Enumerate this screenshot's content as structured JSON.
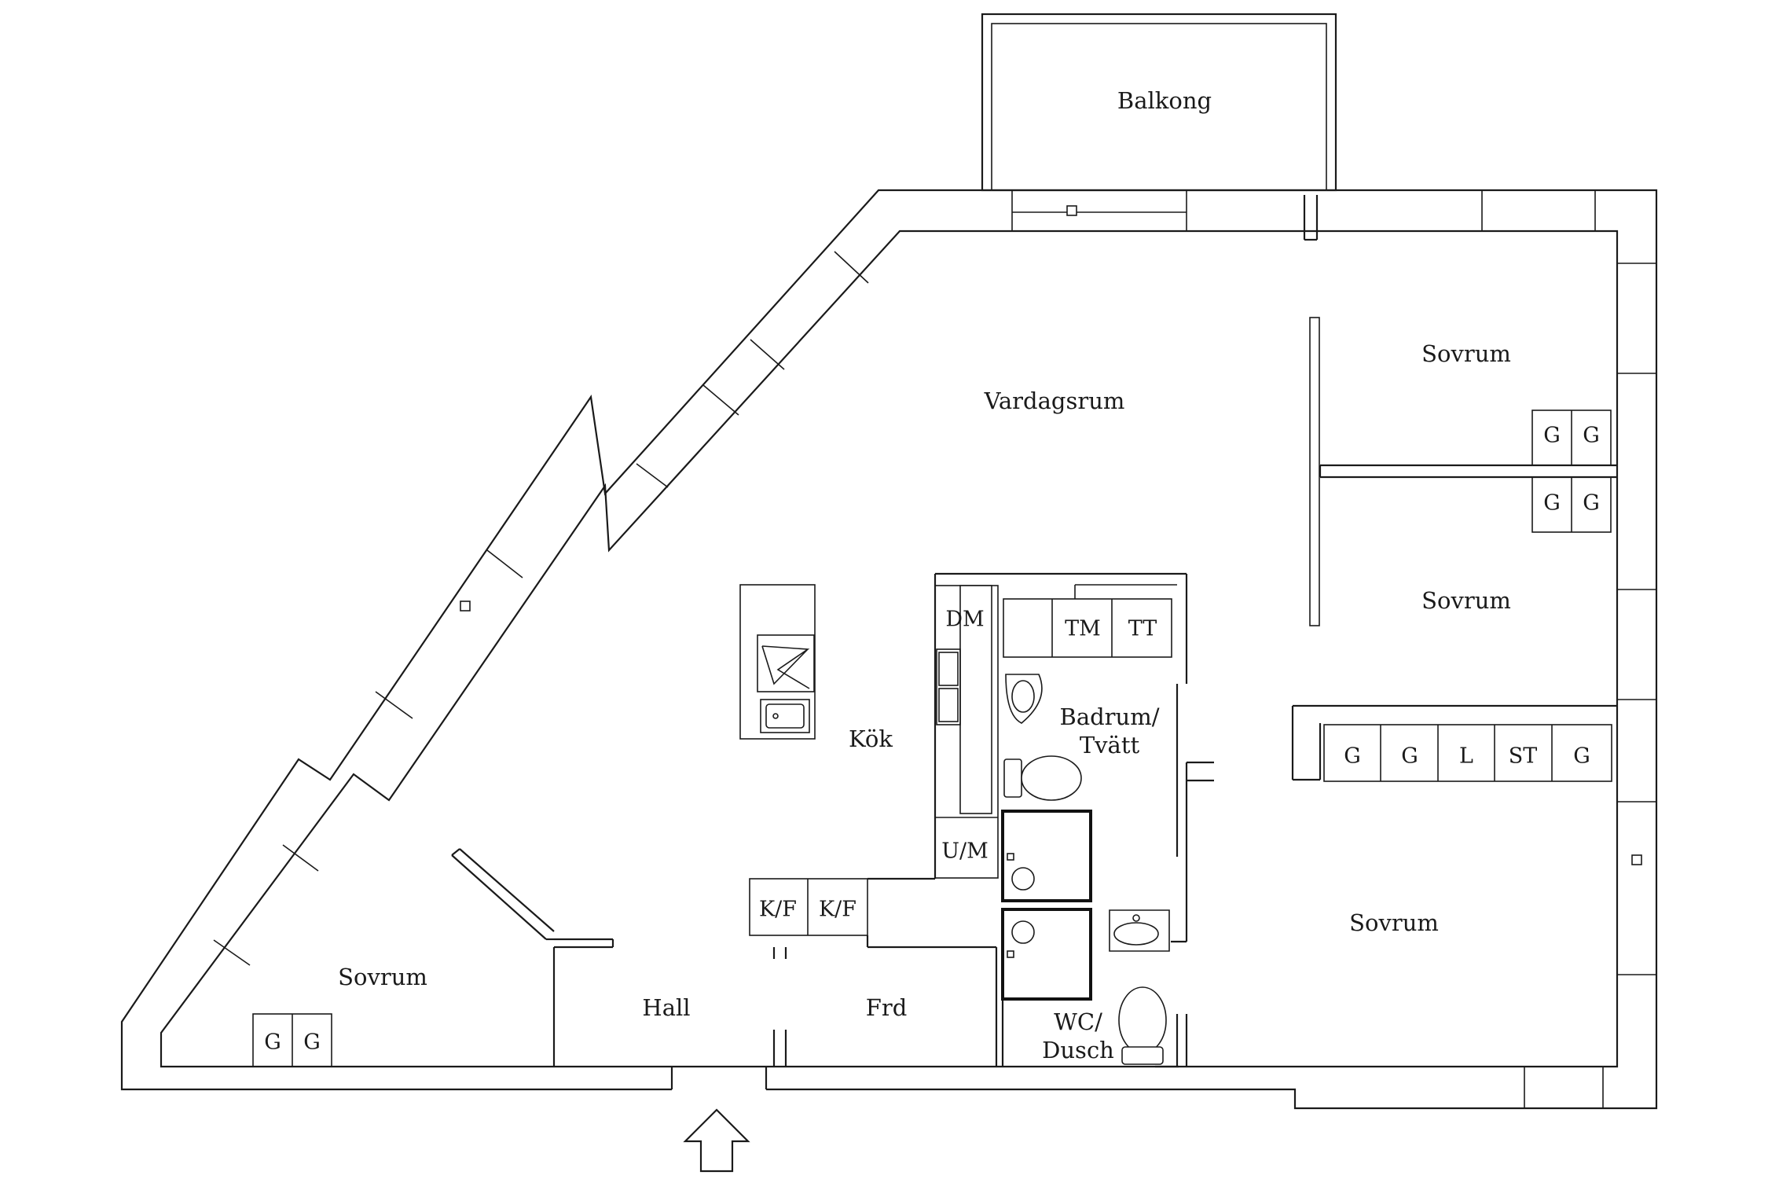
{
  "rooms": {
    "balcony": "Balkong",
    "living": "Vardagsrum",
    "kitchen": "Kök",
    "bedroom_ne": "Sovrum",
    "bedroom_e": "Sovrum",
    "bedroom_se": "Sovrum",
    "bedroom_sw": "Sovrum",
    "bathroom_line1": "Badrum/",
    "bathroom_line2": "Tvätt",
    "hall": "Hall",
    "storage": "Frd",
    "wc_line1": "WC/",
    "wc_line2": "Dusch"
  },
  "fixtures": {
    "dishwasher": "DM",
    "oven_micro": "U/M",
    "fridge_freezer": [
      "K/F",
      "K/F"
    ],
    "washer": "TM",
    "dryer": "TT",
    "wardrobes_ne": [
      "G",
      "G"
    ],
    "wardrobes_e": [
      "G",
      "G"
    ],
    "storage_row": [
      "G",
      "G",
      "L",
      "ST",
      "G"
    ],
    "wardrobes_sw": [
      "G",
      "G"
    ]
  },
  "icons": [
    "stove-icon",
    "sink-icon",
    "washbasin-icon",
    "toilet-icon",
    "shower-icon",
    "entrance-arrow-icon"
  ]
}
